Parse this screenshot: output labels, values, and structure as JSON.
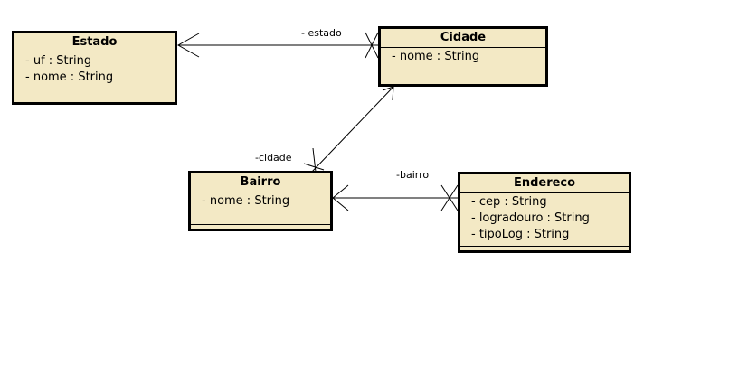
{
  "classes": [
    {
      "name": "Estado",
      "attributes": [
        "- uf : String",
        "- nome : String"
      ]
    },
    {
      "name": "Cidade",
      "attributes": [
        "- nome : String"
      ]
    },
    {
      "name": "Bairro",
      "attributes": [
        "- nome : String"
      ]
    },
    {
      "name": "Endereco",
      "attributes": [
        "- cep : String",
        "- logradouro : String",
        "- tipoLog : String"
      ]
    }
  ],
  "associations": [
    {
      "from": "Cidade",
      "to": "Estado",
      "role": "- estado"
    },
    {
      "from": "Bairro",
      "to": "Cidade",
      "role": "-cidade"
    },
    {
      "from": "Endereco",
      "to": "Bairro",
      "role": "-bairro"
    }
  ]
}
